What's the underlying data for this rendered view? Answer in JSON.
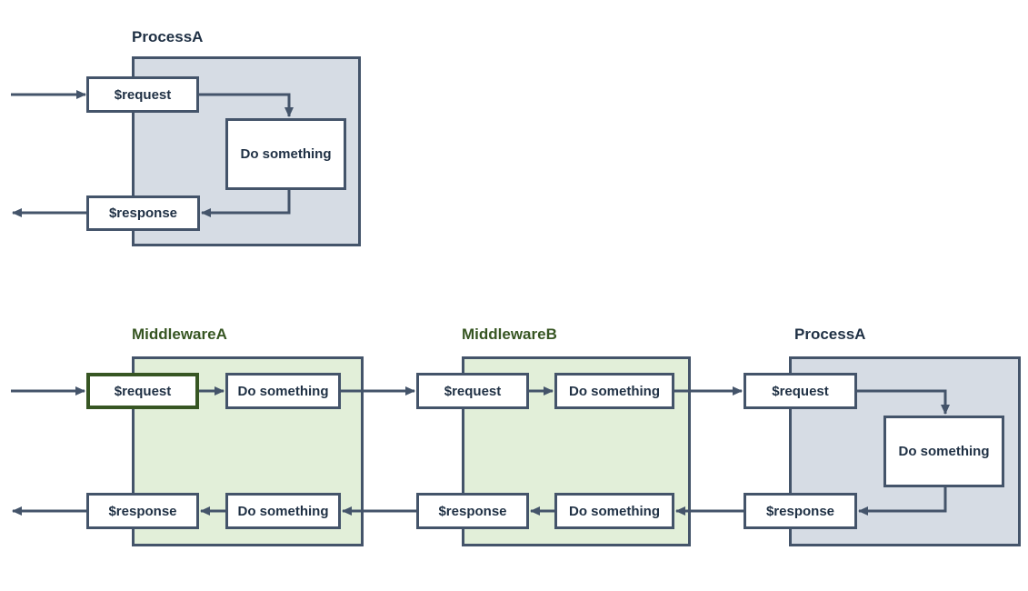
{
  "colors": {
    "outline": "#44546A",
    "process_fill": "#D6DCE4",
    "middleware_fill": "#E2EFD9",
    "highlight_border": "#375623",
    "title_navy": "#1F3044",
    "title_green": "#375623",
    "node_fill": "#FFFFFF",
    "node_text": "#1F3044",
    "background": "#FFFFFF"
  },
  "top_process": {
    "title": "ProcessA",
    "nodes": {
      "request": "$request",
      "do_something": "Do something",
      "response": "$response"
    }
  },
  "pipeline": {
    "middleware_a": {
      "title": "MiddlewareA",
      "nodes": {
        "request": "$request",
        "do_request": "Do something",
        "response": "$response",
        "do_response": "Do something"
      }
    },
    "middleware_b": {
      "title": "MiddlewareB",
      "nodes": {
        "request": "$request",
        "do_request": "Do something",
        "response": "$response",
        "do_response": "Do something"
      }
    },
    "process_a": {
      "title": "ProcessA",
      "nodes": {
        "request": "$request",
        "do_something": "Do something",
        "response": "$response"
      }
    }
  }
}
